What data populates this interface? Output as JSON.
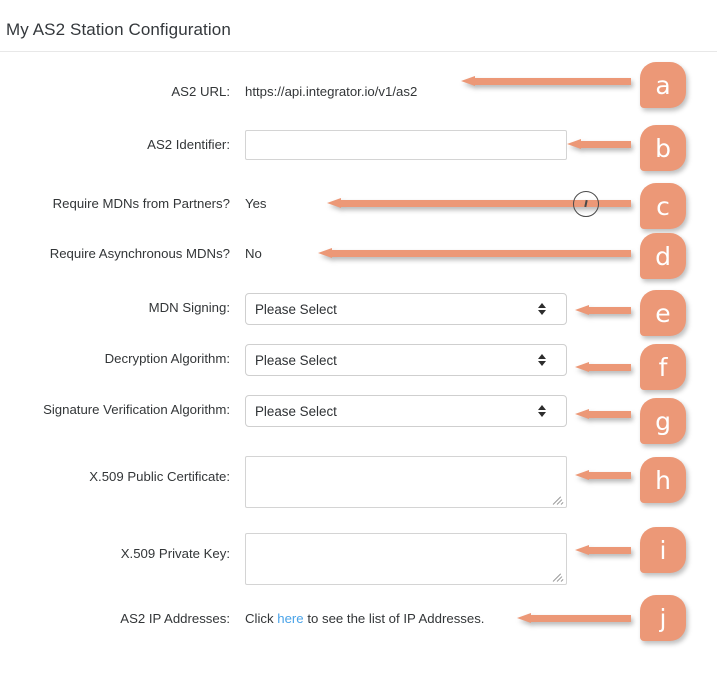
{
  "header": {
    "title": "My AS2 Station Configuration"
  },
  "form": {
    "rows": [
      {
        "id": "as2-url",
        "label": "AS2 URL:",
        "type": "static",
        "value": "https://api.integrator.io/v1/as2"
      },
      {
        "id": "as2-identifier",
        "label": "AS2 Identifier:",
        "type": "input",
        "value": "",
        "placeholder": ""
      },
      {
        "id": "require-mdns-from-partners",
        "label": "Require MDNs from Partners?",
        "type": "static",
        "value": "Yes"
      },
      {
        "id": "require-asynchronous-mdns",
        "label": "Require Asynchronous MDNs?",
        "type": "static",
        "value": "No"
      },
      {
        "id": "mdn-signing",
        "label": "MDN Signing:",
        "type": "select",
        "value": "Please Select"
      },
      {
        "id": "decryption-algorithm",
        "label": "Decryption Algorithm:",
        "type": "select",
        "value": "Please Select"
      },
      {
        "id": "signature-verification-algorithm",
        "label": "Signature Verification Algorithm:",
        "type": "select",
        "value": "Please Select"
      },
      {
        "id": "x509-public-certificate",
        "label": "X.509 Public Certificate:",
        "type": "textarea",
        "value": ""
      },
      {
        "id": "x509-private-key",
        "label": "X.509 Private Key:",
        "type": "textarea",
        "value": ""
      },
      {
        "id": "as2-ip-addresses",
        "label": "AS2 IP Addresses:",
        "type": "link-text",
        "text_before": "Click ",
        "link_text": "here",
        "text_after": " to see the list of IP Addresses."
      }
    ]
  },
  "annotations": {
    "accent_color": "#ec9877",
    "badges": [
      {
        "letter": "a",
        "target": "as2-url"
      },
      {
        "letter": "b",
        "target": "as2-identifier"
      },
      {
        "letter": "c",
        "target": "require-mdns-from-partners"
      },
      {
        "letter": "d",
        "target": "require-asynchronous-mdns"
      },
      {
        "letter": "e",
        "target": "mdn-signing"
      },
      {
        "letter": "f",
        "target": "decryption-algorithm"
      },
      {
        "letter": "g",
        "target": "signature-verification-algorithm"
      },
      {
        "letter": "h",
        "target": "x509-public-certificate"
      },
      {
        "letter": "i",
        "target": "x509-private-key"
      },
      {
        "letter": "j",
        "target": "as2-ip-addresses"
      }
    ]
  }
}
